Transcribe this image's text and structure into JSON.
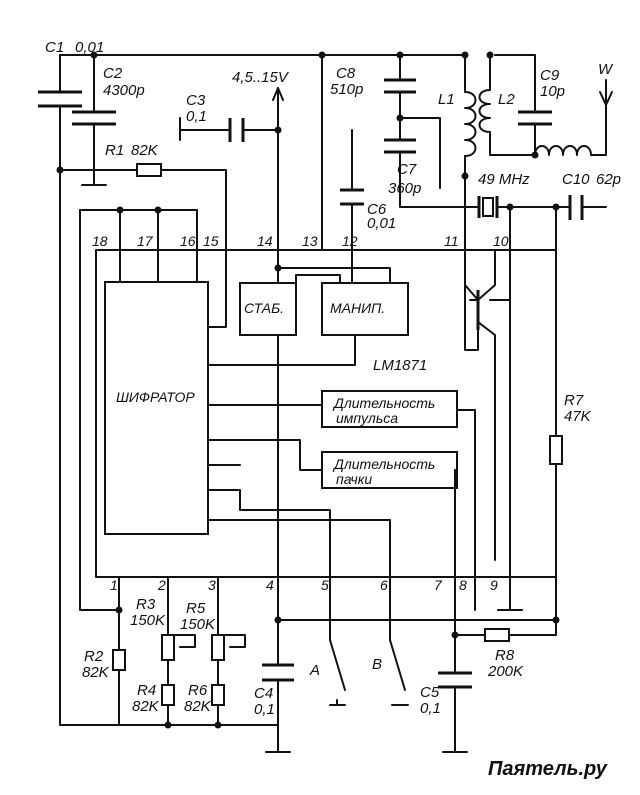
{
  "chip": {
    "name": "LM1871"
  },
  "blocks": {
    "encoder": "ШИФРАТОР",
    "stab": "СТАБ.",
    "manip": "МАНИП.",
    "pulse_l1": "Длительность",
    "pulse_l2": "импульса",
    "burst_l1": "Длительность",
    "burst_l2": "пачки"
  },
  "pins": [
    "1",
    "2",
    "3",
    "4",
    "5",
    "6",
    "7",
    "8",
    "9",
    "10",
    "11",
    "12",
    "13",
    "14",
    "15",
    "16",
    "17",
    "18"
  ],
  "supply": "4,5..15V",
  "antenna": "W",
  "crystal": "49 MHz",
  "components": {
    "c1": {
      "ref": "C1",
      "val": "0,01"
    },
    "c2": {
      "ref": "C2",
      "val": "4300p"
    },
    "c3": {
      "ref": "C3",
      "val": "0,1"
    },
    "c4": {
      "ref": "C4",
      "val": "0,1"
    },
    "c5": {
      "ref": "C5",
      "val": "0,1"
    },
    "c6": {
      "ref": "C6",
      "val": "0,01"
    },
    "c7": {
      "ref": "C7",
      "val": "360p"
    },
    "c8": {
      "ref": "C8",
      "val": "510p"
    },
    "c9": {
      "ref": "C9",
      "val": "10p"
    },
    "c10": {
      "ref": "C10",
      "val": "62p"
    },
    "r1": {
      "ref": "R1",
      "val": "82K"
    },
    "r2": {
      "ref": "R2",
      "val": "82K"
    },
    "r3": {
      "ref": "R3",
      "val": "150K"
    },
    "r4": {
      "ref": "R4",
      "val": "82K"
    },
    "r5": {
      "ref": "R5",
      "val": "150K"
    },
    "r6": {
      "ref": "R6",
      "val": "82K"
    },
    "r7": {
      "ref": "R7",
      "val": "47K"
    },
    "r8": {
      "ref": "R8",
      "val": "200K"
    },
    "l1": {
      "ref": "L1"
    },
    "l2": {
      "ref": "L2"
    }
  },
  "switches": {
    "a": "A",
    "b": "B"
  },
  "watermark": "Паятель.ру"
}
